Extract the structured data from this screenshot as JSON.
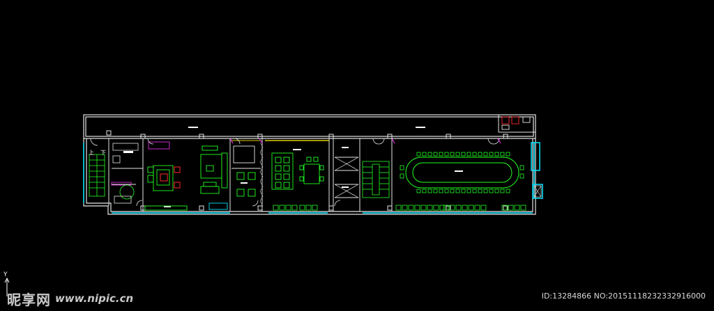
{
  "drawing": {
    "stair_up_label": "上",
    "stair_down_label": "下",
    "axis_y_label": "Y",
    "colors": {
      "background": "#000000",
      "wall": "#e6e6e6",
      "furniture": "#22ff22",
      "glass": "#00e5ff",
      "accent_yellow": "#e0d000",
      "accent_red": "#ff2a2a",
      "accent_magenta": "#ff33ff"
    }
  },
  "watermark": {
    "brand": "昵享网",
    "url": "www.nipic.cn",
    "id_text": "ID:13284866 NO:20151118232332916000"
  }
}
